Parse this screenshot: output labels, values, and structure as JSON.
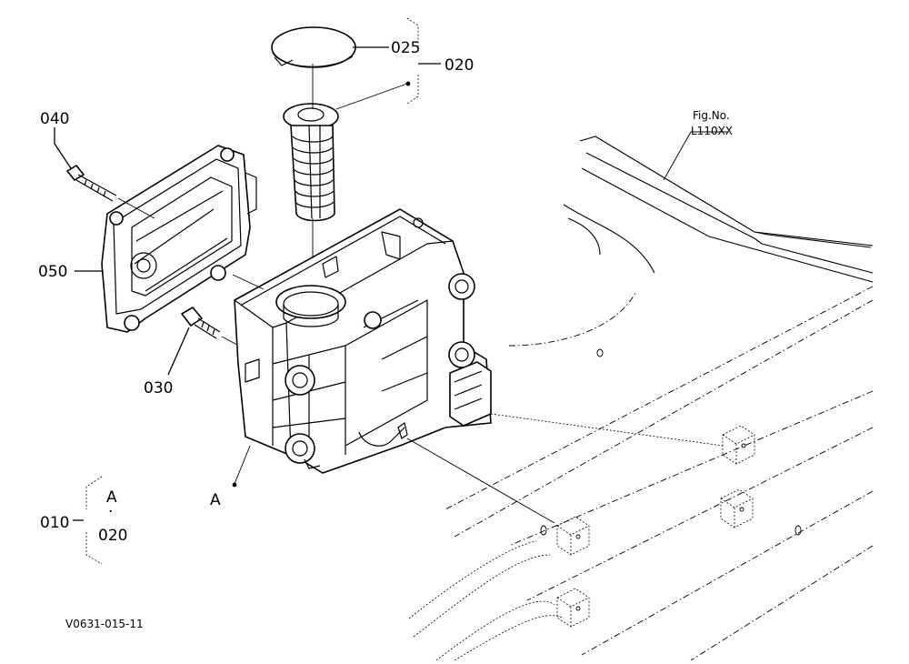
{
  "diagram": {
    "fig_no_label": "Fig.No.",
    "fig_no_value": "L110XX",
    "drawing_code": "V0631-015-11",
    "callouts": [
      {
        "id": "025",
        "text": "025"
      },
      {
        "id": "020",
        "text": "020"
      },
      {
        "id": "040",
        "text": "040"
      },
      {
        "id": "050",
        "text": "050"
      },
      {
        "id": "030",
        "text": "030"
      },
      {
        "id": "010",
        "text": "010"
      }
    ],
    "reference_marker": "A",
    "group_bracket": {
      "top": "A",
      "separator": "·",
      "bottom": "020"
    }
  }
}
